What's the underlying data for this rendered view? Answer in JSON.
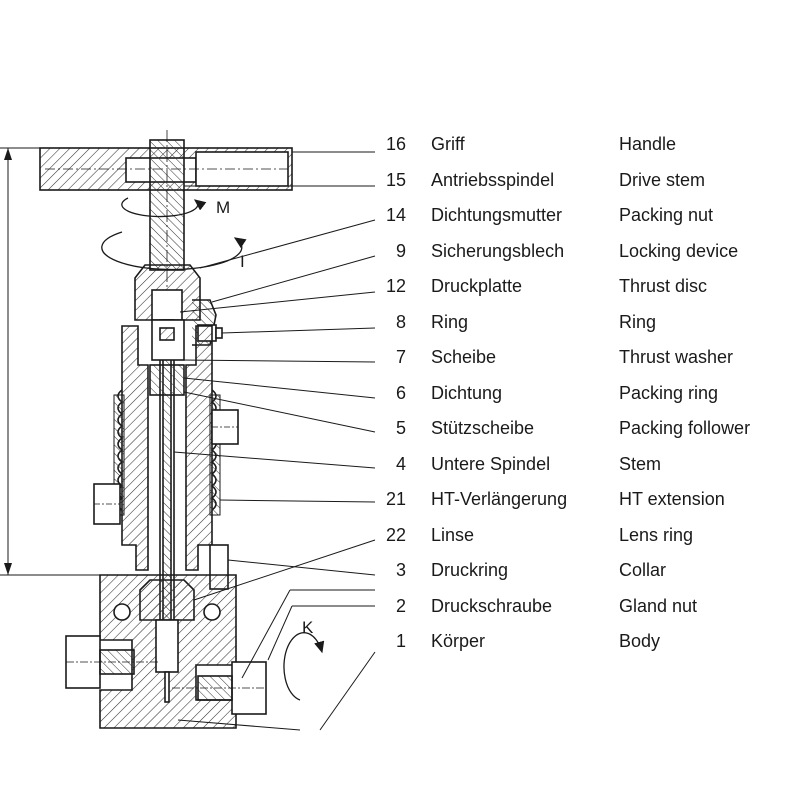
{
  "parts": [
    {
      "number": "16",
      "german": "Griff",
      "english": "Handle"
    },
    {
      "number": "15",
      "german": "Antriebsspindel",
      "english": "Drive stem"
    },
    {
      "number": "14",
      "german": "Dichtungsmutter",
      "english": "Packing nut"
    },
    {
      "number": "9",
      "german": "Sicherungsblech",
      "english": "Locking device"
    },
    {
      "number": "12",
      "german": "Druckplatte",
      "english": "Thrust disc"
    },
    {
      "number": "8",
      "german": "Ring",
      "english": "Ring"
    },
    {
      "number": "7",
      "german": "Scheibe",
      "english": "Thrust washer"
    },
    {
      "number": "6",
      "german": "Dichtung",
      "english": "Packing ring"
    },
    {
      "number": "5",
      "german": "Stützscheibe",
      "english": "Packing follower"
    },
    {
      "number": "4",
      "german": "Untere Spindel",
      "english": "Stem"
    },
    {
      "number": "21",
      "german": "HT-Verlängerung",
      "english": "HT extension"
    },
    {
      "number": "22",
      "german": "Linse",
      "english": "Lens ring"
    },
    {
      "number": "3",
      "german": "Druckring",
      "english": "Collar"
    },
    {
      "number": "2",
      "german": "Druckschraube",
      "english": "Gland nut"
    },
    {
      "number": "1",
      "german": "Körper",
      "english": "Body"
    }
  ],
  "rotation_labels": {
    "m": "M",
    "i": "I",
    "k": "K"
  },
  "colors": {
    "line": "#1a1a1a",
    "hatch": "#333333",
    "background": "#ffffff"
  }
}
